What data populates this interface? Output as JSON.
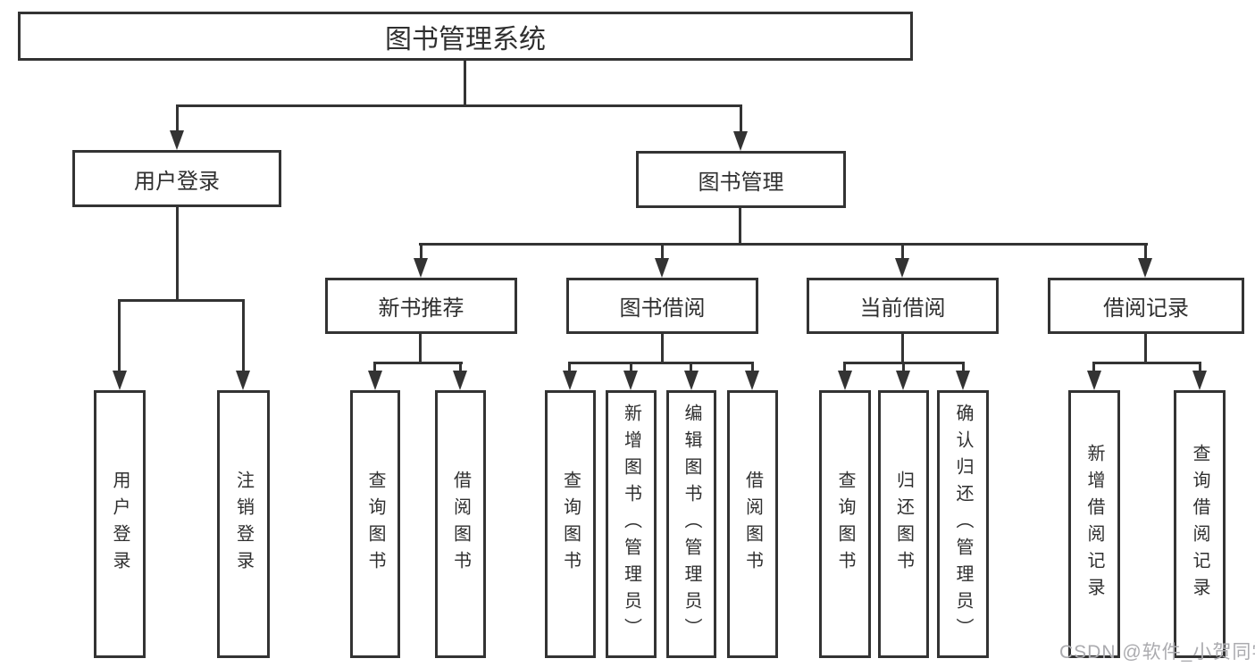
{
  "diagram": {
    "title": "图书管理系统",
    "root": {
      "label": "图书管理系统"
    },
    "level2": [
      {
        "label": "用户登录"
      },
      {
        "label": "图书管理"
      }
    ],
    "level3": [
      {
        "label": "新书推荐"
      },
      {
        "label": "图书借阅"
      },
      {
        "label": "当前借阅"
      },
      {
        "label": "借阅记录"
      }
    ],
    "level4": [
      {
        "label": "用户登录",
        "parent": "用户登录"
      },
      {
        "label": "注销登录",
        "parent": "用户登录"
      },
      {
        "label": "查询图书",
        "parent": "新书推荐"
      },
      {
        "label": "借阅图书",
        "parent": "新书推荐"
      },
      {
        "label": "查询图书",
        "parent": "图书借阅"
      },
      {
        "label": "新增图书（管理员）",
        "parent": "图书借阅"
      },
      {
        "label": "编辑图书（管理员）",
        "parent": "图书借阅"
      },
      {
        "label": "借阅图书",
        "parent": "图书借阅"
      },
      {
        "label": "查询图书",
        "parent": "当前借阅"
      },
      {
        "label": "归还图书",
        "parent": "当前借阅"
      },
      {
        "label": "确认归还（管理员）",
        "parent": "当前借阅"
      },
      {
        "label": "新增借阅记录",
        "parent": "借阅记录"
      },
      {
        "label": "查询借阅记录",
        "parent": "借阅记录"
      }
    ],
    "colors": {
      "line": "#333333",
      "box_fill": "#ffffff",
      "text": "#2f2f2f",
      "watermark": "#ababaf"
    }
  },
  "watermark": {
    "text": "CSDN @软件_小贺同学"
  }
}
